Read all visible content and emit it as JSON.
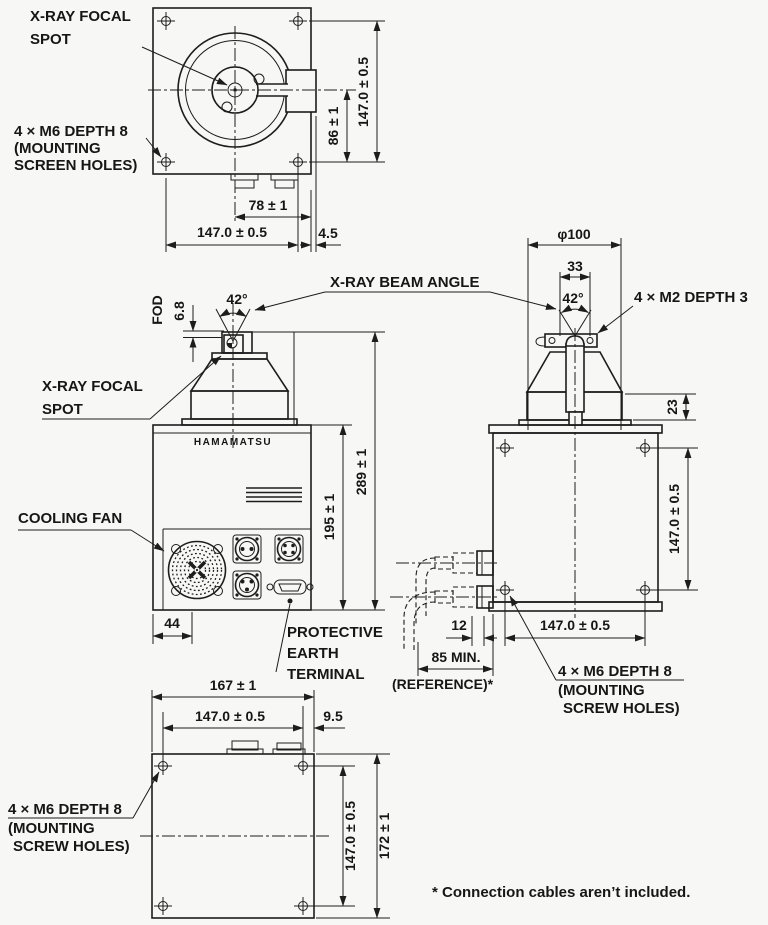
{
  "drawing": {
    "title_hint": "X-ray source outline drawing (4 views)",
    "brand": "HAMAMATSU",
    "footnote": "* Connection cables aren’t included.",
    "ink_color": "#1d1d1d",
    "paper_color": "#f7f7f5"
  },
  "t": {
    "focal1": "X-RAY FOCAL",
    "focal2": "SPOT",
    "m6": "4 × M6 DEPTH 8",
    "m6b": "4 × M6  DEPTH 8",
    "mounting": "(MOUNTING",
    "screen": "SCREEN HOLES)",
    "screw": "SCREW HOLES)",
    "beam": "X-RAY BEAM ANGLE",
    "fan": "COOLING FAN",
    "earth1": "PROTECTIVE",
    "earth2": "EARTH",
    "earth3": "TERMINAL",
    "fod": "FOD",
    "m2": "4 × M2  DEPTH 3"
  },
  "d": {
    "d147": "147.0 ± 0.5",
    "d86": "86 ± 1",
    "d78": "78 ± 1",
    "d45": "4.5",
    "deg": "42°",
    "d68": "6.8",
    "d289": "289 ± 1",
    "d195": "195 ± 1",
    "d44": "44",
    "phi": "φ100",
    "d33": "33",
    "d23": "23",
    "d12": "12",
    "d85": "85 MIN.",
    "ref": "(REFERENCE)*",
    "d167": "167 ± 1",
    "d95": "9.5",
    "d172": "172 ± 1"
  }
}
